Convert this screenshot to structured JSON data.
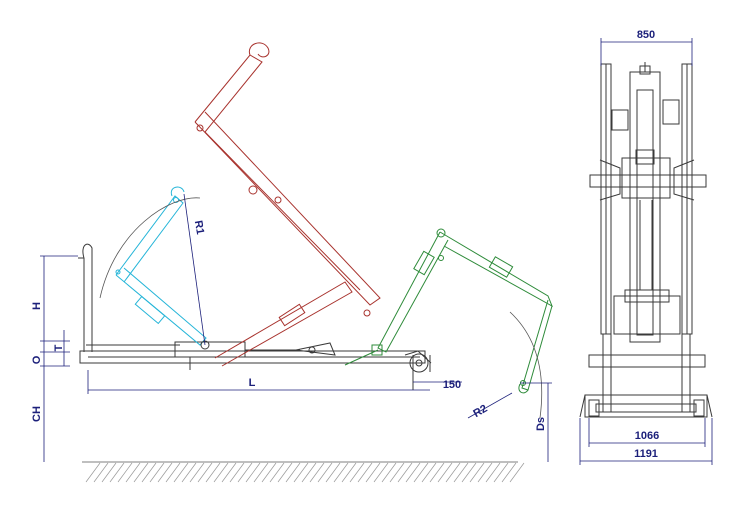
{
  "labels": {
    "width_top": "850",
    "width_mid": "1066",
    "width_bottom": "1191",
    "h": "H",
    "t": "T",
    "o": "O",
    "ch": "CH",
    "l": "L",
    "offset": "150",
    "r1": "R1",
    "r2": "R2",
    "ds": "Ds"
  },
  "colors": {
    "dimension": "#1b1f7a",
    "frame": "#3a3a3a",
    "arm_raised": "#a8322d",
    "arm_mid": "#25b5d8",
    "arm_tipped": "#2e8b3a"
  }
}
